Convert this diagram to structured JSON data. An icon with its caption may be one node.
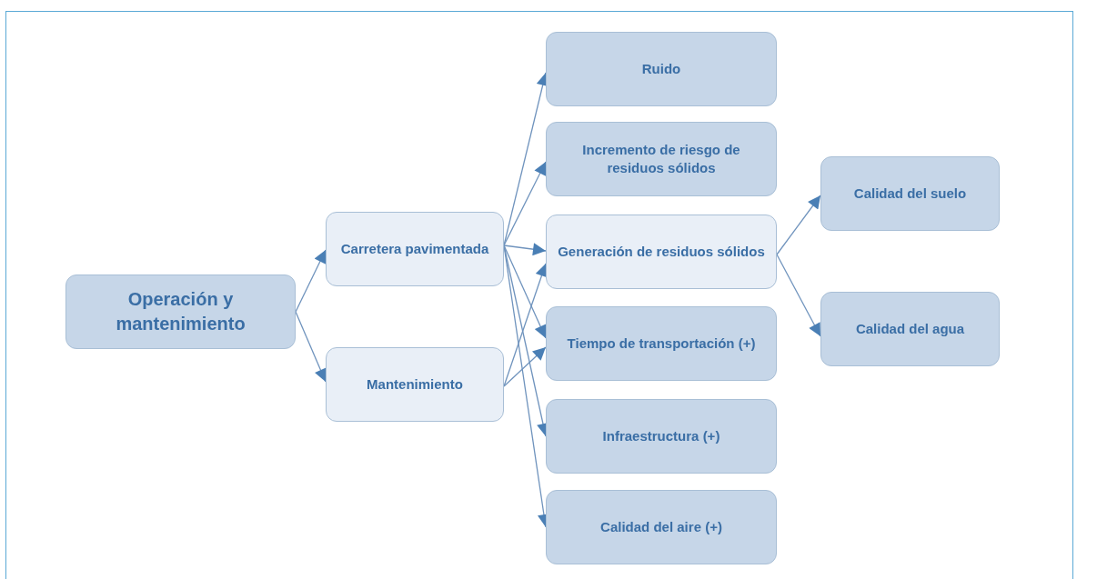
{
  "diagram": {
    "nodes": [
      {
        "text": [
          "Operación y mantenimiento"
        ]
      },
      {
        "text": [
          "Carretera pavimentada"
        ]
      },
      {
        "text": [
          "Mantenimiento"
        ]
      },
      {
        "text": [
          "Ruido"
        ]
      },
      {
        "text": [
          "Incremento de riesgo de residuos sólidos"
        ]
      },
      {
        "text": [
          "Generación de residuos sólidos"
        ]
      },
      {
        "text": [
          "Tiempo de transportación (+)"
        ]
      },
      {
        "text": [
          "Infraestructura (+)"
        ]
      },
      {
        "text": [
          "Calidad del aire (+)"
        ]
      },
      {
        "text": [
          "Calidad del suelo"
        ]
      },
      {
        "text": [
          "Calidad del agua"
        ]
      }
    ],
    "edges": [
      {
        "from": 0,
        "to": 1,
        "arrow": "to"
      },
      {
        "from": 0,
        "to": 2,
        "arrow": "to"
      },
      {
        "from": 1,
        "to": 3,
        "arrow": "to"
      },
      {
        "from": 1,
        "to": 4,
        "arrow": "to"
      },
      {
        "from": 1,
        "to": 5,
        "arrow": "to"
      },
      {
        "from": 1,
        "to": 6,
        "arrow": "to"
      },
      {
        "from": 1,
        "to": 7,
        "arrow": "to"
      },
      {
        "from": 1,
        "to": 8,
        "arrow": "to"
      },
      {
        "from": 2,
        "to": 5,
        "arrow": "to"
      },
      {
        "from": 2,
        "to": 6,
        "arrow": "to"
      },
      {
        "from": 5,
        "to": 9,
        "arrow": "to"
      },
      {
        "from": 5,
        "to": 10,
        "arrow": "to"
      }
    ]
  }
}
